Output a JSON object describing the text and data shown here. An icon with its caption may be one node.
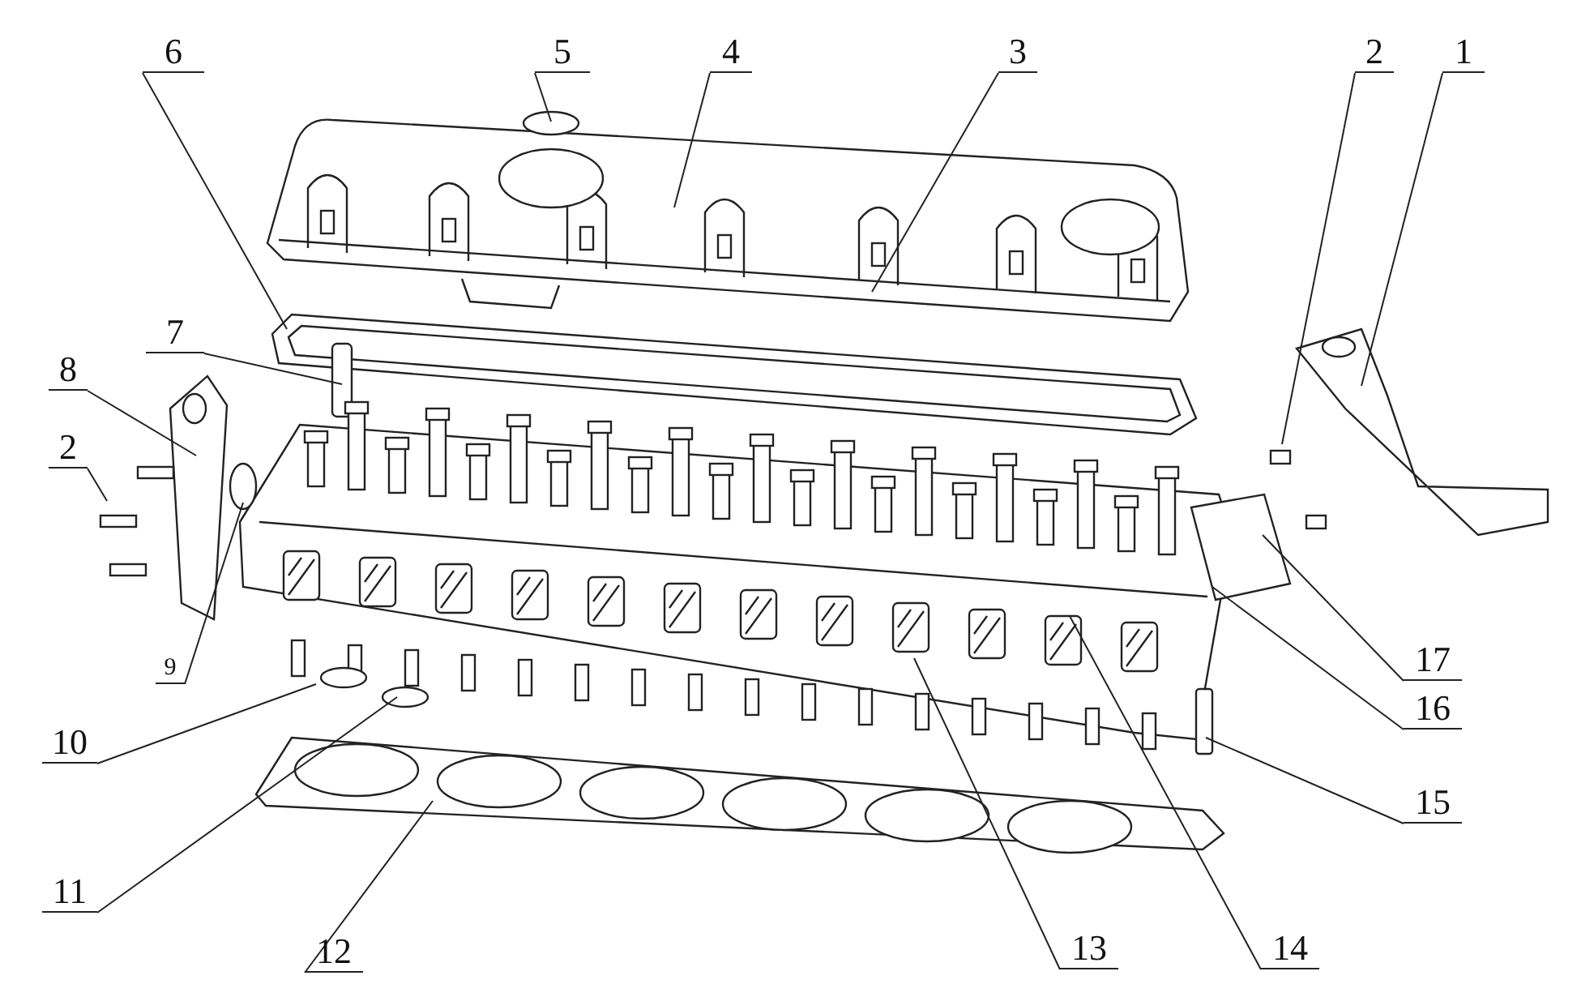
{
  "diagram": {
    "nodes": [
      {
        "text": [
          "6"
        ]
      },
      {
        "text": [
          "5"
        ]
      },
      {
        "text": [
          "4"
        ]
      },
      {
        "text": [
          "3"
        ]
      },
      {
        "text": [
          "2"
        ]
      },
      {
        "text": [
          "1"
        ]
      },
      {
        "text": [
          "7"
        ]
      },
      {
        "text": [
          "8"
        ]
      },
      {
        "text": [
          "2"
        ]
      },
      {
        "text": [
          "9"
        ]
      },
      {
        "text": [
          "10"
        ]
      },
      {
        "text": [
          "11"
        ]
      },
      {
        "text": [
          "12"
        ]
      },
      {
        "text": [
          "13"
        ]
      },
      {
        "text": [
          "14"
        ]
      },
      {
        "text": [
          "15"
        ]
      },
      {
        "text": [
          "16"
        ]
      },
      {
        "text": [
          "17"
        ]
      }
    ],
    "edges": [
      {
        "from": 0,
        "to": null,
        "arrow": "none"
      },
      {
        "from": 1,
        "to": null,
        "arrow": "none"
      },
      {
        "from": 2,
        "to": null,
        "arrow": "none"
      },
      {
        "from": 3,
        "to": null,
        "arrow": "none"
      },
      {
        "from": 4,
        "to": null,
        "arrow": "none"
      },
      {
        "from": 5,
        "to": null,
        "arrow": "none"
      },
      {
        "from": 6,
        "to": null,
        "arrow": "none"
      },
      {
        "from": 7,
        "to": null,
        "arrow": "none"
      },
      {
        "from": 8,
        "to": null,
        "arrow": "none"
      },
      {
        "from": 9,
        "to": null,
        "arrow": "none"
      },
      {
        "from": 10,
        "to": null,
        "arrow": "none"
      },
      {
        "from": 11,
        "to": null,
        "arrow": "none"
      },
      {
        "from": 12,
        "to": null,
        "arrow": "none"
      },
      {
        "from": 13,
        "to": null,
        "arrow": "none"
      },
      {
        "from": 14,
        "to": null,
        "arrow": "none"
      },
      {
        "from": 15,
        "to": null,
        "arrow": "none"
      },
      {
        "from": 16,
        "to": null,
        "arrow": "none"
      },
      {
        "from": 17,
        "to": null,
        "arrow": "none"
      }
    ]
  }
}
